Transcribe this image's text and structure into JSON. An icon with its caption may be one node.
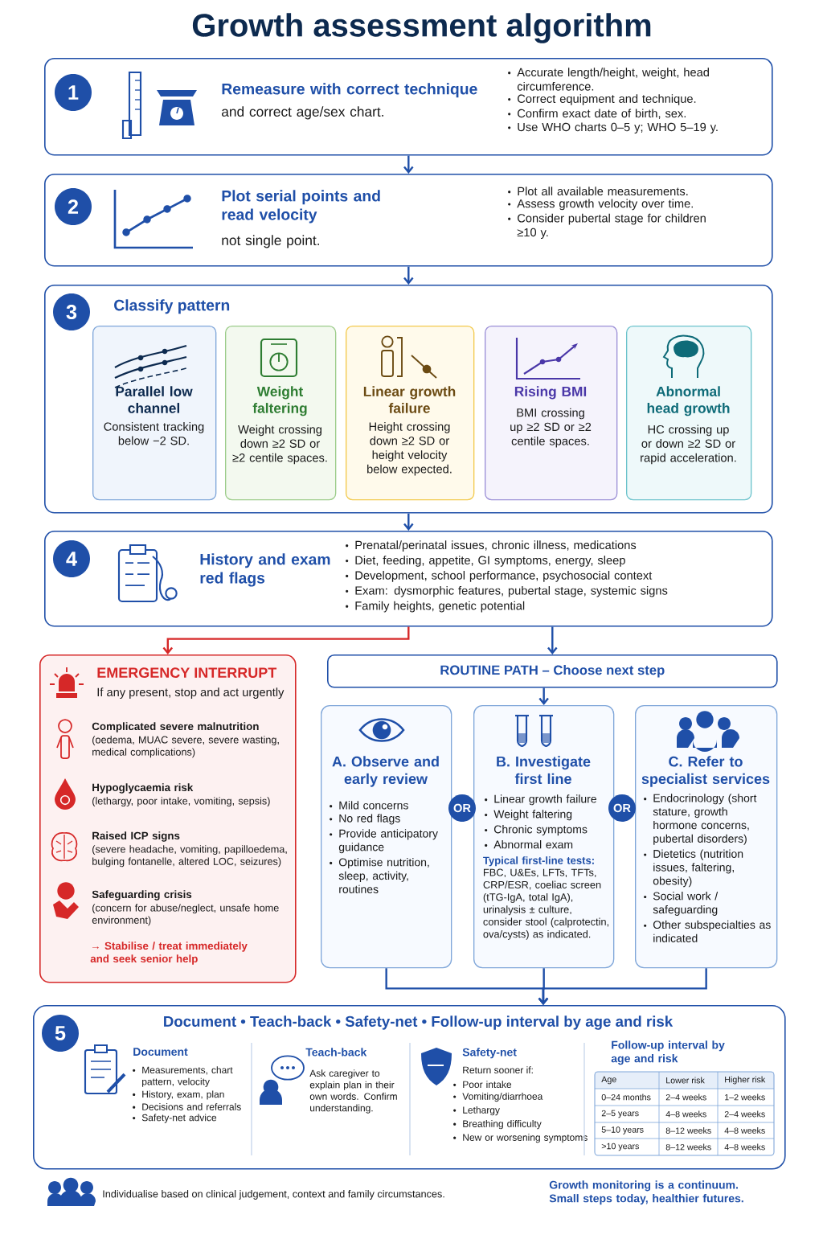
{
  "diagram": {
    "title": "Growth assessment algorithm",
    "nodes": [
      {
        "text": [
          "1",
          "Remeasure with correct technique",
          "and correct age/sex chart.",
          "Accurate length/height, weight, head circumference.",
          "Correct equipment and technique.",
          "Confirm exact date of birth, sex.",
          "Use WHO charts 0–5 y; WHO 5–19 y."
        ]
      },
      {
        "text": [
          "2",
          "Plot serial points and read velocity",
          "not single point.",
          "Plot all available measurements.",
          "Assess growth velocity over time.",
          "Consider pubertal stage for children ≥10 y."
        ]
      },
      {
        "text": [
          "3",
          "Classify pattern"
        ]
      },
      {
        "text": [
          "Parallel low channel",
          "Consistent tracking below −2 SD."
        ],
        "in": 2
      },
      {
        "text": [
          "Weight faltering",
          "Weight crossing down ≥2 SD or ≥2 centile spaces."
        ],
        "in": 2
      },
      {
        "text": [
          "Linear growth failure",
          "Height crossing down ≥2 SD or height velocity below expected."
        ],
        "in": 2
      },
      {
        "text": [
          "Rising BMI",
          "BMI crossing up ≥2 SD or ≥2 centile spaces."
        ],
        "in": 2
      },
      {
        "text": [
          "Abnormal head growth",
          "HC crossing up or down ≥2 SD or rapid acceleration."
        ],
        "in": 2
      },
      {
        "text": [
          "4",
          "History and exam red flags",
          "Prenatal/perinatal issues, chronic illness, medications",
          "Diet, feeding, appetite, GI symptoms, energy, sleep",
          "Development, school performance, psychosocial context",
          "Exam: dysmorphic features, pubertal stage, systemic signs",
          "Family heights, genetic potential"
        ]
      },
      {
        "text": [
          "EMERGENCY INTERRUPT",
          "If any present, stop and act urgently",
          "Complicated severe malnutrition",
          "(oedema, MUAC severe, severe wasting, medical complications)",
          "Hypoglycaemia risk",
          "(lethargy, poor intake, vomiting, sepsis)",
          "Raised ICP signs",
          "(severe headache, vomiting, papilloedema, bulging fontanelle, altered LOC, seizures)",
          "Safeguarding crisis",
          "(concern for abuse/neglect, unsafe home environment)",
          "→ Stabilise / treat immediately and seek senior help"
        ]
      },
      {
        "text": [
          "ROUTINE PATH – Choose next step"
        ]
      },
      {
        "text": [
          "A. Observe and early review",
          "Mild concerns",
          "No red flags",
          "Provide anticipatory guidance",
          "Optimise nutrition, sleep, activity, routines"
        ]
      },
      {
        "text": [
          "B. Investigate first line",
          "Linear growth failure",
          "Weight faltering",
          "Chronic symptoms",
          "Abnormal exam",
          "Typical first-line tests:",
          "FBC, U&Es, LFTs, TFTs, CRP/ESR, coeliac screen (tTG-IgA, total IgA), urinalysis ± culture, consider stool (calprotectin, ova/cysts) as indicated."
        ]
      },
      {
        "text": [
          "C. Refer to specialist services",
          "Endocrinology (short stature, growth hormone concerns, pubertal disorders)",
          "Dietetics (nutrition issues, faltering, obesity)",
          "Social work / safeguarding",
          "Other subspecialties as indicated"
        ]
      },
      {
        "text": [
          "OR"
        ]
      },
      {
        "text": [
          "OR"
        ]
      },
      {
        "text": [
          "5",
          "Document • Teach-back • Safety-net • Follow-up interval by age and risk",
          "Document",
          "Measurements, chart pattern, velocity",
          "History, exam, plan",
          "Decisions and referrals",
          "Safety-net advice",
          "Teach-back",
          "Ask caregiver to explain plan in their own words. Confirm understanding.",
          "Safety-net",
          "Return sooner if:",
          "Poor intake",
          "Vomiting/diarrhoea",
          "Lethargy",
          "Breathing difficulty",
          "New or worsening symptoms",
          "Follow-up interval by age and risk"
        ]
      }
    ],
    "edges": [
      {
        "from": 0,
        "to": 1,
        "arrow": "to"
      },
      {
        "from": 1,
        "to": 2,
        "arrow": "to"
      },
      {
        "from": 2,
        "to": 8,
        "arrow": "to"
      },
      {
        "from": 8,
        "to": 9,
        "arrow": "to",
        "color": "#d62828"
      },
      {
        "from": 8,
        "to": 10,
        "arrow": "to"
      },
      {
        "from": 10,
        "to": 12,
        "arrow": "to"
      },
      {
        "from": 11,
        "to": 16,
        "arrow": "to"
      },
      {
        "from": 12,
        "to": 16,
        "arrow": "to"
      },
      {
        "from": 13,
        "to": 16,
        "arrow": "to"
      }
    ],
    "labels": [
      "Age",
      "Lower risk",
      "Higher risk",
      "0–24 months",
      "2–4 weeks",
      "1–2 weeks",
      "2–5 years",
      "4–8 weeks",
      "2–4 weeks",
      "5–10 years",
      "8–12 weeks",
      "4–8 weeks",
      ">10 years",
      "8–12 weeks",
      "4–8 weeks",
      "Individualise based on clinical judgement, context and family circumstances.",
      "Growth monitoring is a continuum. Small steps today, healthier futures."
    ]
  }
}
